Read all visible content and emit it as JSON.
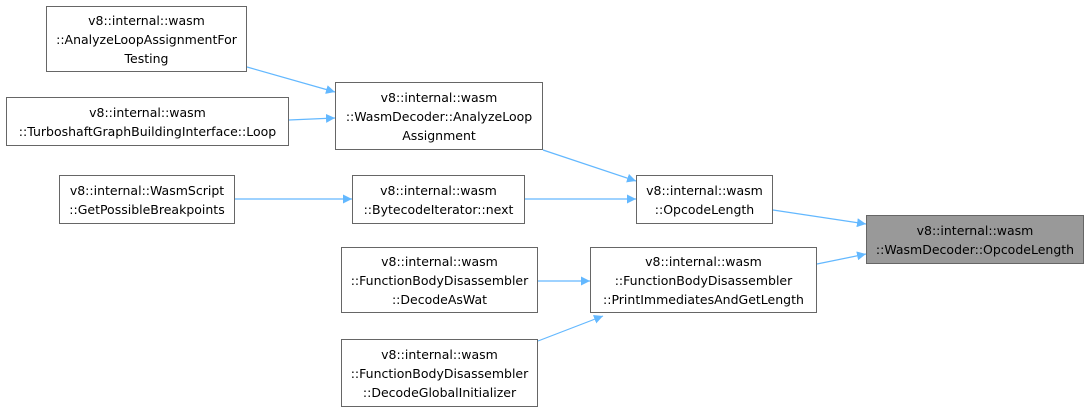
{
  "colors": {
    "edge": "#63b8ff",
    "node_border": "#666666",
    "node_fill": "#ffffff",
    "root_fill": "#999999"
  },
  "nodes": [
    {
      "id": "analyze-loop-for-testing",
      "lines": [
        "v8::internal::wasm",
        "::AnalyzeLoopAssignmentFor",
        "Testing"
      ]
    },
    {
      "id": "turboshaft-loop",
      "lines": [
        "v8::internal::wasm",
        "::TurboshaftGraphBuildingInterface::Loop"
      ]
    },
    {
      "id": "wasm-script-breakpoints",
      "lines": [
        "v8::internal::WasmScript",
        "::GetPossibleBreakpoints"
      ]
    },
    {
      "id": "decode-as-wat",
      "lines": [
        "v8::internal::wasm",
        "::FunctionBodyDisassembler",
        "::DecodeAsWat"
      ]
    },
    {
      "id": "decode-global-initializer",
      "lines": [
        "v8::internal::wasm",
        "::FunctionBodyDisassembler",
        "::DecodeGlobalInitializer"
      ]
    },
    {
      "id": "analyze-loop-assignment",
      "lines": [
        "v8::internal::wasm",
        "::WasmDecoder::AnalyzeLoop",
        "Assignment"
      ]
    },
    {
      "id": "bytecode-iterator-next",
      "lines": [
        "v8::internal::wasm",
        "::BytecodeIterator::next"
      ]
    },
    {
      "id": "print-immediates",
      "lines": [
        "v8::internal::wasm",
        "::FunctionBodyDisassembler",
        "::PrintImmediatesAndGetLength"
      ]
    },
    {
      "id": "opcode-length",
      "lines": [
        "v8::internal::wasm",
        "::OpcodeLength"
      ]
    },
    {
      "id": "wasm-decoder-opcode-length",
      "lines": [
        "v8::internal::wasm",
        "::WasmDecoder::OpcodeLength"
      ],
      "root": true
    }
  ],
  "edges": [
    {
      "from": "analyze-loop-for-testing",
      "to": "analyze-loop-assignment"
    },
    {
      "from": "turboshaft-loop",
      "to": "analyze-loop-assignment"
    },
    {
      "from": "analyze-loop-assignment",
      "to": "opcode-length"
    },
    {
      "from": "wasm-script-breakpoints",
      "to": "bytecode-iterator-next"
    },
    {
      "from": "bytecode-iterator-next",
      "to": "opcode-length"
    },
    {
      "from": "opcode-length",
      "to": "wasm-decoder-opcode-length"
    },
    {
      "from": "decode-as-wat",
      "to": "print-immediates"
    },
    {
      "from": "decode-global-initializer",
      "to": "print-immediates"
    },
    {
      "from": "print-immediates",
      "to": "wasm-decoder-opcode-length"
    }
  ]
}
